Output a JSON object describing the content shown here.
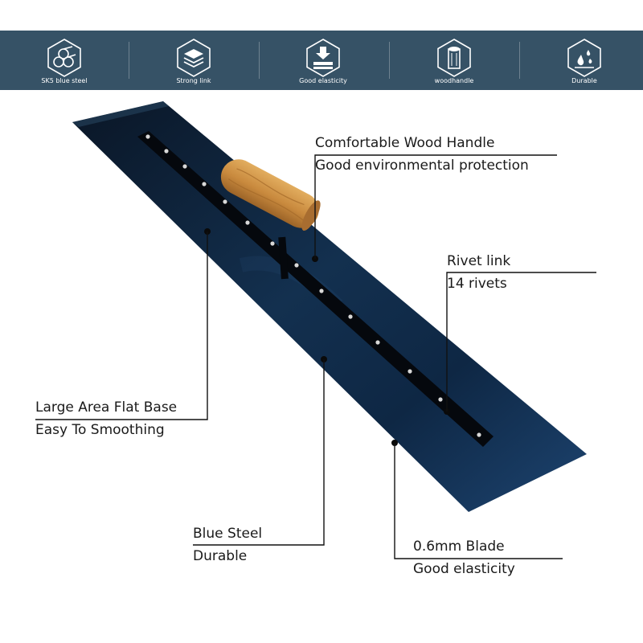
{
  "banner": {
    "background_color": "#365266",
    "features": [
      {
        "label": "SK5 blue steel",
        "icon": "pipes-icon"
      },
      {
        "label": "Strong link",
        "icon": "layers-icon"
      },
      {
        "label": "Good elasticity",
        "icon": "press-down-icon"
      },
      {
        "label": "woodhandle",
        "icon": "wood-log-icon"
      },
      {
        "label": "Durable",
        "icon": "droplets-icon"
      }
    ]
  },
  "callouts": {
    "wood_handle": {
      "line1": "Comfortable Wood Handle",
      "line2": "Good environmental protection"
    },
    "rivet_link": {
      "line1": "Rivet link",
      "line2": "14 rivets"
    },
    "flat_base": {
      "line1": "Large Area Flat Base",
      "line2": "Easy To Smoothing"
    },
    "blue_steel": {
      "line1": "Blue Steel",
      "line2": "Durable"
    },
    "blade": {
      "line1": "0.6mm Blade",
      "line2": "Good elasticity"
    }
  },
  "product": {
    "blade_color": "#0c1e33",
    "handle_color": "#c98a3e"
  }
}
